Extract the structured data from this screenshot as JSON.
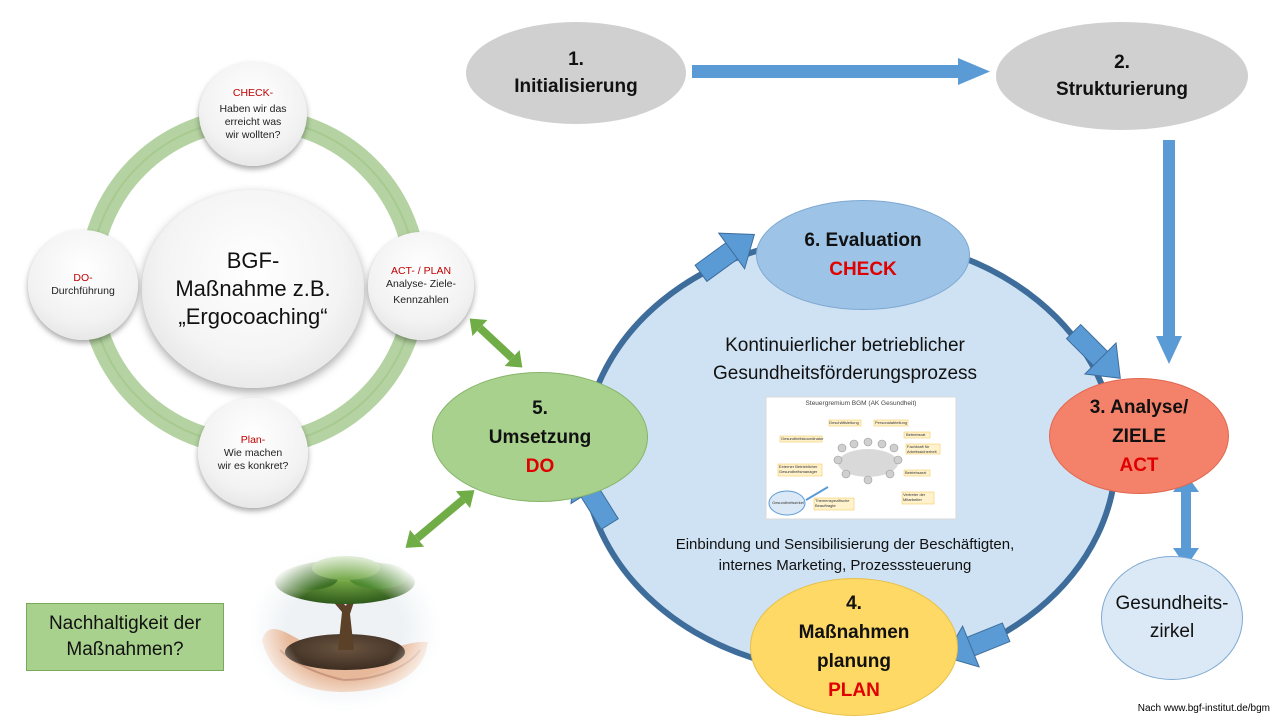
{
  "left_cycle": {
    "center": [
      "BGF-",
      "Maßnahme z.B.",
      "„Ergocoaching“"
    ],
    "check": {
      "head": "CHECK-",
      "lines": [
        "Haben wir das",
        "erreicht was",
        "wir wollten?"
      ]
    },
    "act_plan": {
      "head": "ACT- / PLAN",
      "lines": [
        "Analyse- Ziele-",
        "Kennzahlen"
      ]
    },
    "plan": {
      "head": "Plan-",
      "lines": [
        "Wie machen",
        "wir es konkret?"
      ]
    },
    "do": {
      "head": "DO-",
      "lines": [
        "Durchführung"
      ]
    }
  },
  "steps": {
    "s1": {
      "num": "1.",
      "label": "Initialisierung"
    },
    "s2": {
      "num": "2.",
      "label": "Strukturierung"
    },
    "s3": {
      "lines": [
        "3. Analyse/",
        "ZIELE"
      ],
      "tag": "ACT"
    },
    "s4": {
      "lines": [
        "4.",
        "Maßnahmen",
        "planung"
      ],
      "tag": "PLAN"
    },
    "s5": {
      "lines": [
        "5.",
        "Umsetzung"
      ],
      "tag": "DO"
    },
    "s6": {
      "lines": [
        "6. Evaluation"
      ],
      "tag": "CHECK"
    }
  },
  "process": {
    "title": [
      "Kontinuierlicher betrieblicher",
      "Gesundheitsförderungsprozess"
    ],
    "subtitle": [
      "Einbindung und Sensibilisierung der Beschäftigten,",
      "internes Marketing, Prozesssteuerung"
    ]
  },
  "org_chart": {
    "title": "Steuergremium BGM (AK Gesundheit)",
    "labels": [
      "Geschäftsleitung",
      "Personalabteilung",
      "Betriebsrat",
      "Gesundheitskoordinator",
      "Fachkraft für Arbeitssicherheit",
      "Betriebsarzt",
      "Externer Betrieblicher Gesundheitsmanager",
      "Vertreter der Mitarbeiter",
      "Gesundheitszirkel",
      "Themenspezifische Beauftragte"
    ]
  },
  "zirkel": [
    "Gesundheits-",
    "zirkel"
  ],
  "sustainability": [
    "Nachhaltigkeit der",
    "Maßnahmen?"
  ],
  "credit": "Nach www.bgf-institut.de/bgm",
  "colors": {
    "arrow_blue": "#5b9bd5",
    "ring_blue": "#3e6d9c",
    "fill_light_blue": "#cfe2f3",
    "green_double_arrow": "#70ad47",
    "analyse_orange": "#f4826a",
    "plan_yellow": "#ffd966",
    "umsetzung_green": "#a9d18e",
    "evaluation_blue": "#9dc3e6",
    "grey": "#d0d0d0"
  }
}
